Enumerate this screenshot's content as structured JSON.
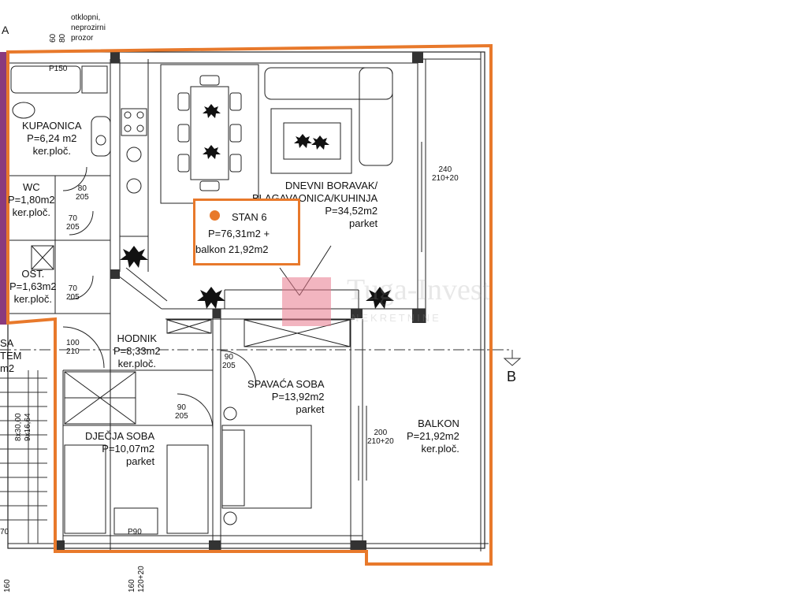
{
  "corner_left": "A",
  "corner_right": "B",
  "top_note": [
    "otklopni,",
    "neprozirni",
    "prozor"
  ],
  "top_vdims": [
    "60",
    "80"
  ],
  "stan": {
    "line1": "STAN 6",
    "line2": "P=76,31m2 +",
    "line3": "balkon 21,92m2",
    "accent_color": "#e8792b"
  },
  "rooms": {
    "kupaonica": {
      "name": "KUPAONICA",
      "area": "P=6,24 m2",
      "floor": "ker.ploč."
    },
    "wc": {
      "name": "WC",
      "area": "P=1,80m2",
      "floor": "ker.ploč."
    },
    "ost": {
      "name": "OST.",
      "area": "P=1,63m2",
      "floor": "ker.ploč."
    },
    "dnevni": {
      "name1": "DNEVNI BORAVAK/",
      "name2": "BLAGAVAONICA/KUHINJA",
      "area": "P=34,52m2",
      "floor": "parket"
    },
    "hodnik": {
      "name": "HODNIK",
      "area": "P=8,33m2",
      "floor": "ker.ploč."
    },
    "spavaca": {
      "name": "SPAVAĆA SOBA",
      "area": "P=13,92m2",
      "floor": "parket"
    },
    "djecja": {
      "name": "DJEČJA SOBA",
      "area": "P=10,07m2",
      "floor": "parket"
    },
    "balkon": {
      "name": "BALKON",
      "area": "P=21,92m2",
      "floor": "ker.ploč."
    },
    "left_partial": {
      "line1": "SA",
      "line2": "TEM",
      "line3": "m2"
    }
  },
  "dims": {
    "p150": "P150",
    "d80_205": [
      "80",
      "205"
    ],
    "d70_205a": [
      "70",
      "205"
    ],
    "d70_205b": [
      "70",
      "205"
    ],
    "d100_210": [
      "100",
      "210"
    ],
    "d90_205a": [
      "90",
      "205"
    ],
    "d90_205b": [
      "90",
      "205"
    ],
    "d240": [
      "240",
      "210+20"
    ],
    "d200": [
      "200",
      "210+20"
    ],
    "p90": "P90",
    "bottom_left": "160",
    "bottom_mid": [
      "160",
      "120+20"
    ],
    "stair": [
      "8x30,00",
      "9x16,64"
    ],
    "left_bottom": "70"
  },
  "watermark": {
    "text": "Tuga-Invest",
    "sub": "NEKRETNINE"
  }
}
